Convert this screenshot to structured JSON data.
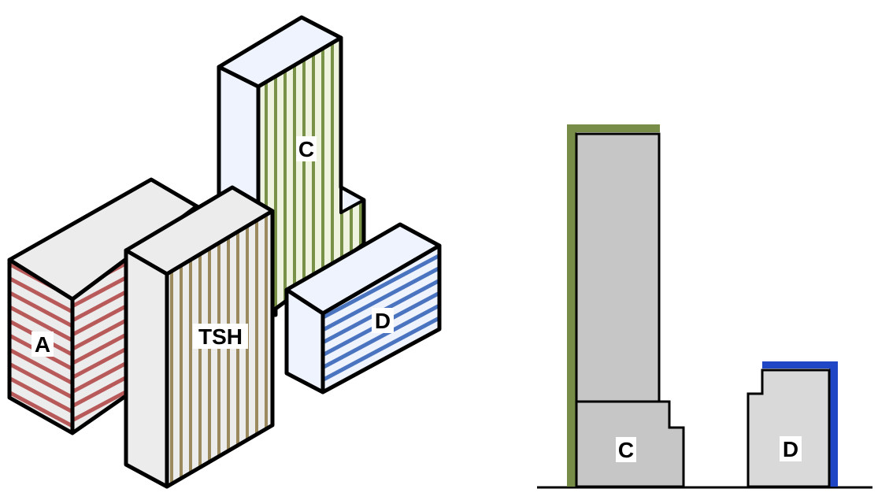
{
  "axonometric": {
    "buildings": [
      {
        "id": "A",
        "label": "A",
        "stripe_color": "#b85a5a"
      },
      {
        "id": "TSH",
        "label": "TSH",
        "stripe_color": "#9a8a5e"
      },
      {
        "id": "C",
        "label": "C",
        "stripe_color": "#7a9248"
      },
      {
        "id": "D",
        "label": "D",
        "stripe_color": "#4a74c0"
      }
    ]
  },
  "elevation": {
    "buildings": [
      {
        "id": "C",
        "label": "C",
        "edge_color": "#778c47"
      },
      {
        "id": "D",
        "label": "D",
        "edge_color": "#1f46c4"
      }
    ]
  },
  "colors": {
    "outline": "#000000",
    "face_light": "#ececec",
    "face_top_blue": "#eef3fd",
    "elevation_fill": "#c6c6c6",
    "elevation_fill_light": "#d9d9d9"
  }
}
